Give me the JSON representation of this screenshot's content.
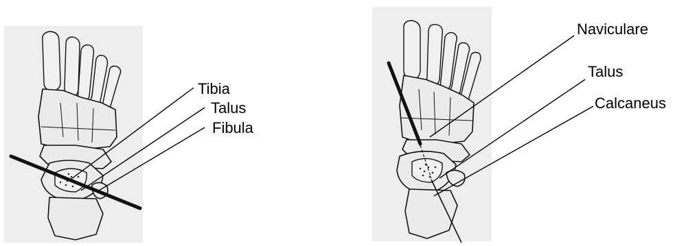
{
  "figures": [
    {
      "name": "left-foot-dorsal-view",
      "labels": [
        "Tibia",
        "Talus",
        "Fibula"
      ]
    },
    {
      "name": "right-foot-dorsal-view",
      "labels": [
        "Naviculare",
        "Talus",
        "Calcaneus"
      ]
    }
  ],
  "colors": {
    "ink": "#111111",
    "bone_fill": "#ebebeb",
    "panel": "#eeeeee"
  }
}
